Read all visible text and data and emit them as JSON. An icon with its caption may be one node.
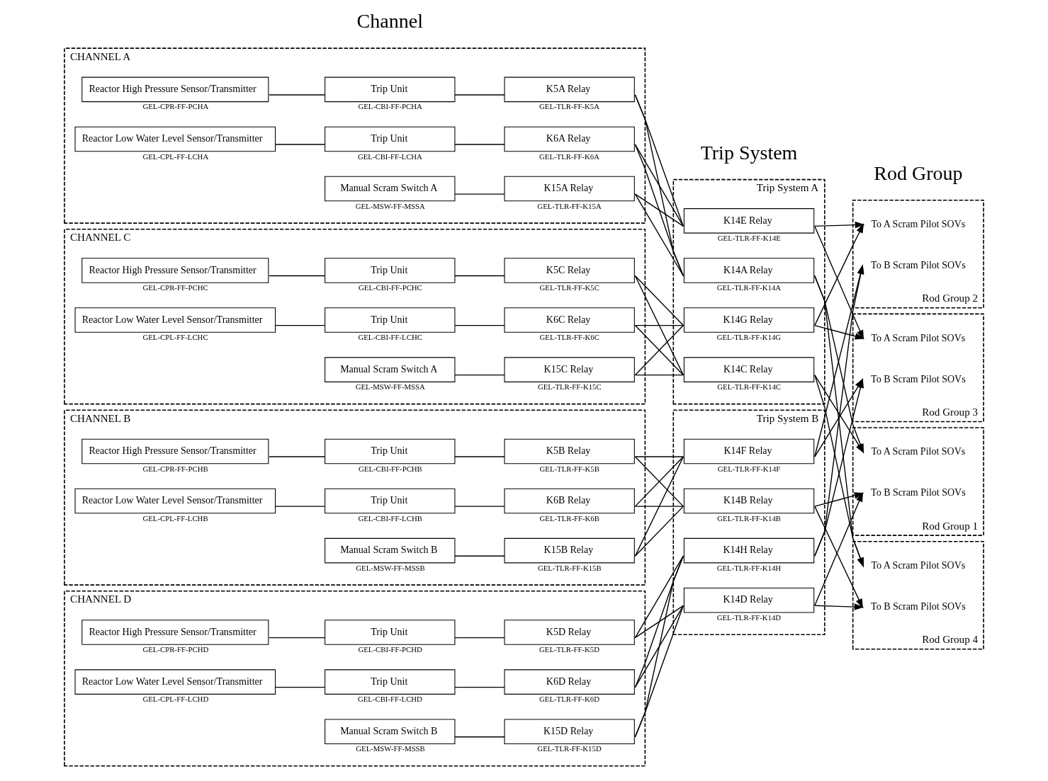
{
  "diagram": {
    "nodes": [
      {
        "text": [
          "CHANNEL A"
        ]
      },
      {
        "text": [
          "Reactor High Pressure Sensor/Transmitter"
        ],
        "beside": [
          "GEL-CPR-FF-PCHA"
        ],
        "in": 0
      },
      {
        "text": [
          "Trip Unit"
        ],
        "beside": [
          "GEL-CBI-FF-PCHA"
        ],
        "in": 0
      },
      {
        "text": [
          "K5A Relay"
        ],
        "beside": [
          "GEL-TLR-FF-K5A"
        ],
        "in": 0
      },
      {
        "text": [
          "Reactor Low Water Level Sensor/Transmitter"
        ],
        "beside": [
          "GEL-CPL-FF-LCHA"
        ],
        "in": 0
      },
      {
        "text": [
          "Trip Unit"
        ],
        "beside": [
          "GEL-CBI-FF-LCHA"
        ],
        "in": 0
      },
      {
        "text": [
          "K6A Relay"
        ],
        "beside": [
          "GEL-TLR-FF-K6A"
        ],
        "in": 0
      },
      {
        "text": [
          "Manual Scram Switch A"
        ],
        "beside": [
          "GEL-MSW-FF-MSSA"
        ],
        "in": 0
      },
      {
        "text": [
          "K15A Relay"
        ],
        "beside": [
          "GEL-TLR-FF-K15A"
        ],
        "in": 0
      },
      {
        "text": [
          "CHANNEL C"
        ]
      },
      {
        "text": [
          "Reactor High Pressure Sensor/Transmitter"
        ],
        "beside": [
          "GEL-CPR-FF-PCHC"
        ],
        "in": 9
      },
      {
        "text": [
          "Trip Unit"
        ],
        "beside": [
          "GEL-CBI-FF-PCHC"
        ],
        "in": 9
      },
      {
        "text": [
          "K5C Relay"
        ],
        "beside": [
          "GEL-TLR-FF-K5C"
        ],
        "in": 9
      },
      {
        "text": [
          "Reactor Low Water Level Sensor/Transmitter"
        ],
        "beside": [
          "GEL-CPL-FF-LCHC"
        ],
        "in": 9
      },
      {
        "text": [
          "Trip Unit"
        ],
        "beside": [
          "GEL-CBI-FF-LCHC"
        ],
        "in": 9
      },
      {
        "text": [
          "K6C Relay"
        ],
        "beside": [
          "GEL-TLR-FF-K6C"
        ],
        "in": 9
      },
      {
        "text": [
          "Manual Scram Switch A"
        ],
        "beside": [
          "GEL-MSW-FF-MSSA"
        ],
        "in": 9
      },
      {
        "text": [
          "K15C Relay"
        ],
        "beside": [
          "GEL-TLR-FF-K15C"
        ],
        "in": 9
      },
      {
        "text": [
          "CHANNEL B"
        ]
      },
      {
        "text": [
          "Reactor High Pressure Sensor/Transmitter"
        ],
        "beside": [
          "GEL-CPR-FF-PCHB"
        ],
        "in": 18
      },
      {
        "text": [
          "Trip Unit"
        ],
        "beside": [
          "GEL-CBI-FF-PCHB"
        ],
        "in": 18
      },
      {
        "text": [
          "K5B Relay"
        ],
        "beside": [
          "GEL-TLR-FF-K5B"
        ],
        "in": 18
      },
      {
        "text": [
          "Reactor Low Water Level Sensor/Transmitter"
        ],
        "beside": [
          "GEL-CPL-FF-LCHB"
        ],
        "in": 18
      },
      {
        "text": [
          "Trip Unit"
        ],
        "beside": [
          "GEL-CBI-FF-LCHB"
        ],
        "in": 18
      },
      {
        "text": [
          "K6B Relay"
        ],
        "beside": [
          "GEL-TLR-FF-K6B"
        ],
        "in": 18
      },
      {
        "text": [
          "Manual Scram Switch B"
        ],
        "beside": [
          "GEL-MSW-FF-MSSB"
        ],
        "in": 18
      },
      {
        "text": [
          "K15B Relay"
        ],
        "beside": [
          "GEL-TLR-FF-K15B"
        ],
        "in": 18
      },
      {
        "text": [
          "CHANNEL D"
        ]
      },
      {
        "text": [
          "Reactor High Pressure Sensor/Transmitter"
        ],
        "beside": [
          "GEL-CPR-FF-PCHD"
        ],
        "in": 27
      },
      {
        "text": [
          "Trip Unit"
        ],
        "beside": [
          "GEL-CBI-FF-PCHD"
        ],
        "in": 27
      },
      {
        "text": [
          "K5D Relay"
        ],
        "beside": [
          "GEL-TLR-FF-K5D"
        ],
        "in": 27
      },
      {
        "text": [
          "Reactor Low Water Level Sensor/Transmitter"
        ],
        "beside": [
          "GEL-CPL-FF-LCHD"
        ],
        "in": 27
      },
      {
        "text": [
          "Trip Unit"
        ],
        "beside": [
          "GEL-CBI-FF-LCHD"
        ],
        "in": 27
      },
      {
        "text": [
          "K6D Relay"
        ],
        "beside": [
          "GEL-TLR-FF-K6D"
        ],
        "in": 27
      },
      {
        "text": [
          "Manual Scram Switch B"
        ],
        "beside": [
          "GEL-MSW-FF-MSSB"
        ],
        "in": 27
      },
      {
        "text": [
          "K15D Relay"
        ],
        "beside": [
          "GEL-TLR-FF-K15D"
        ],
        "in": 27
      },
      {
        "text": [
          "Trip System A"
        ]
      },
      {
        "text": [
          "K14A Relay"
        ],
        "beside": [
          "GEL-TLR-FF-K14A"
        ],
        "in": 36
      },
      {
        "text": [
          "K14E Relay"
        ],
        "beside": [
          "GEL-TLR-FF-K14E"
        ],
        "in": 36
      },
      {
        "text": [
          "K14C Relay"
        ],
        "beside": [
          "GEL-TLR-FF-K14C"
        ],
        "in": 36
      },
      {
        "text": [
          "K14G Relay"
        ],
        "beside": [
          "GEL-TLR-FF-K14G"
        ],
        "in": 36
      },
      {
        "text": [
          "Trip System B"
        ]
      },
      {
        "text": [
          "K14B Relay"
        ],
        "beside": [
          "GEL-TLR-FF-K14B"
        ],
        "in": 41
      },
      {
        "text": [
          "K14F Relay"
        ],
        "beside": [
          "GEL-TLR-FF-K14F"
        ],
        "in": 41
      },
      {
        "text": [
          "K14D Relay"
        ],
        "beside": [
          "GEL-TLR-FF-K14D"
        ],
        "in": 41
      },
      {
        "text": [
          "K14H Relay"
        ],
        "beside": [
          "GEL-TLR-FF-K14H"
        ],
        "in": 41
      },
      {
        "text": [
          "Rod Group 1"
        ]
      },
      {
        "text": [
          "To A Scram Pilot SOVs"
        ],
        "in": 46
      },
      {
        "text": [
          "To B Scram Pilot SOVs"
        ],
        "in": 46
      },
      {
        "text": [
          "Rod Group 2"
        ]
      },
      {
        "text": [
          "To A Scram Pilot SOVs"
        ],
        "in": 49
      },
      {
        "text": [
          "To B Scram Pilot SOVs"
        ],
        "in": 49
      },
      {
        "text": [
          "Rod Group 3"
        ]
      },
      {
        "text": [
          "To A Scram Pilot SOVs"
        ],
        "in": 52
      },
      {
        "text": [
          "To B Scram Pilot SOVs"
        ],
        "in": 52
      },
      {
        "text": [
          "Rod Group 4"
        ]
      },
      {
        "text": [
          "To A Scram Pilot SOVs"
        ],
        "in": 55
      },
      {
        "text": [
          "To B Scram Pilot SOVs"
        ],
        "in": 55
      }
    ],
    "edges": [
      {
        "from": 1,
        "to": 2,
        "arrow": "none"
      },
      {
        "from": 2,
        "to": 3,
        "arrow": "none"
      },
      {
        "from": 4,
        "to": 5,
        "arrow": "none"
      },
      {
        "from": 5,
        "to": 6,
        "arrow": "none"
      },
      {
        "from": 7,
        "to": 8,
        "arrow": "none"
      },
      {
        "from": 3,
        "to": 37,
        "arrow": "none"
      },
      {
        "from": 6,
        "to": 37,
        "arrow": "none"
      },
      {
        "from": 8,
        "to": 37,
        "arrow": "none"
      },
      {
        "from": 3,
        "to": 38,
        "arrow": "none"
      },
      {
        "from": 6,
        "to": 38,
        "arrow": "none"
      },
      {
        "from": 8,
        "to": 38,
        "arrow": "none"
      },
      {
        "from": 10,
        "to": 11,
        "arrow": "none"
      },
      {
        "from": 11,
        "to": 12,
        "arrow": "none"
      },
      {
        "from": 13,
        "to": 14,
        "arrow": "none"
      },
      {
        "from": 14,
        "to": 15,
        "arrow": "none"
      },
      {
        "from": 16,
        "to": 17,
        "arrow": "none"
      },
      {
        "from": 12,
        "to": 39,
        "arrow": "none"
      },
      {
        "from": 15,
        "to": 39,
        "arrow": "none"
      },
      {
        "from": 17,
        "to": 39,
        "arrow": "none"
      },
      {
        "from": 12,
        "to": 40,
        "arrow": "none"
      },
      {
        "from": 15,
        "to": 40,
        "arrow": "none"
      },
      {
        "from": 17,
        "to": 40,
        "arrow": "none"
      },
      {
        "from": 19,
        "to": 20,
        "arrow": "none"
      },
      {
        "from": 20,
        "to": 21,
        "arrow": "none"
      },
      {
        "from": 22,
        "to": 23,
        "arrow": "none"
      },
      {
        "from": 23,
        "to": 24,
        "arrow": "none"
      },
      {
        "from": 25,
        "to": 26,
        "arrow": "none"
      },
      {
        "from": 21,
        "to": 42,
        "arrow": "none"
      },
      {
        "from": 24,
        "to": 42,
        "arrow": "none"
      },
      {
        "from": 26,
        "to": 42,
        "arrow": "none"
      },
      {
        "from": 21,
        "to": 43,
        "arrow": "none"
      },
      {
        "from": 24,
        "to": 43,
        "arrow": "none"
      },
      {
        "from": 26,
        "to": 43,
        "arrow": "none"
      },
      {
        "from": 28,
        "to": 29,
        "arrow": "none"
      },
      {
        "from": 29,
        "to": 30,
        "arrow": "none"
      },
      {
        "from": 31,
        "to": 32,
        "arrow": "none"
      },
      {
        "from": 32,
        "to": 33,
        "arrow": "none"
      },
      {
        "from": 34,
        "to": 35,
        "arrow": "none"
      },
      {
        "from": 30,
        "to": 44,
        "arrow": "none"
      },
      {
        "from": 33,
        "to": 44,
        "arrow": "none"
      },
      {
        "from": 35,
        "to": 44,
        "arrow": "none"
      },
      {
        "from": 30,
        "to": 45,
        "arrow": "none"
      },
      {
        "from": 33,
        "to": 45,
        "arrow": "none"
      },
      {
        "from": 35,
        "to": 45,
        "arrow": "none"
      },
      {
        "from": 37,
        "to": 47,
        "arrow": "to"
      },
      {
        "from": 39,
        "to": 47,
        "arrow": "to"
      },
      {
        "from": 37,
        "to": 56,
        "arrow": "to"
      },
      {
        "from": 39,
        "to": 56,
        "arrow": "to"
      },
      {
        "from": 38,
        "to": 50,
        "arrow": "to"
      },
      {
        "from": 40,
        "to": 50,
        "arrow": "to"
      },
      {
        "from": 38,
        "to": 53,
        "arrow": "to"
      },
      {
        "from": 40,
        "to": 53,
        "arrow": "to"
      },
      {
        "from": 42,
        "to": 48,
        "arrow": "to"
      },
      {
        "from": 44,
        "to": 48,
        "arrow": "to"
      },
      {
        "from": 42,
        "to": 57,
        "arrow": "to"
      },
      {
        "from": 44,
        "to": 57,
        "arrow": "to"
      },
      {
        "from": 43,
        "to": 51,
        "arrow": "to"
      },
      {
        "from": 45,
        "to": 51,
        "arrow": "to"
      },
      {
        "from": 43,
        "to": 54,
        "arrow": "to"
      },
      {
        "from": 45,
        "to": 54,
        "arrow": "to"
      }
    ],
    "labels": [
      "Channel",
      "Trip System",
      "Rod Group"
    ]
  }
}
